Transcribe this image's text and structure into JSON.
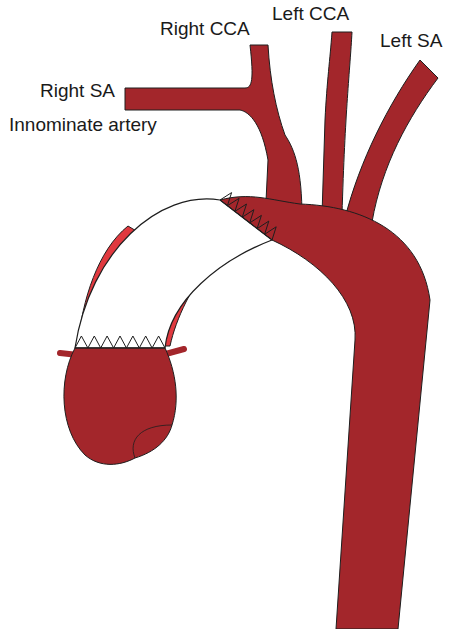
{
  "diagram": {
    "labels": [
      "Right CCA",
      "Left CCA",
      "Left SA",
      "Right SA",
      "Innominate artery"
    ]
  }
}
